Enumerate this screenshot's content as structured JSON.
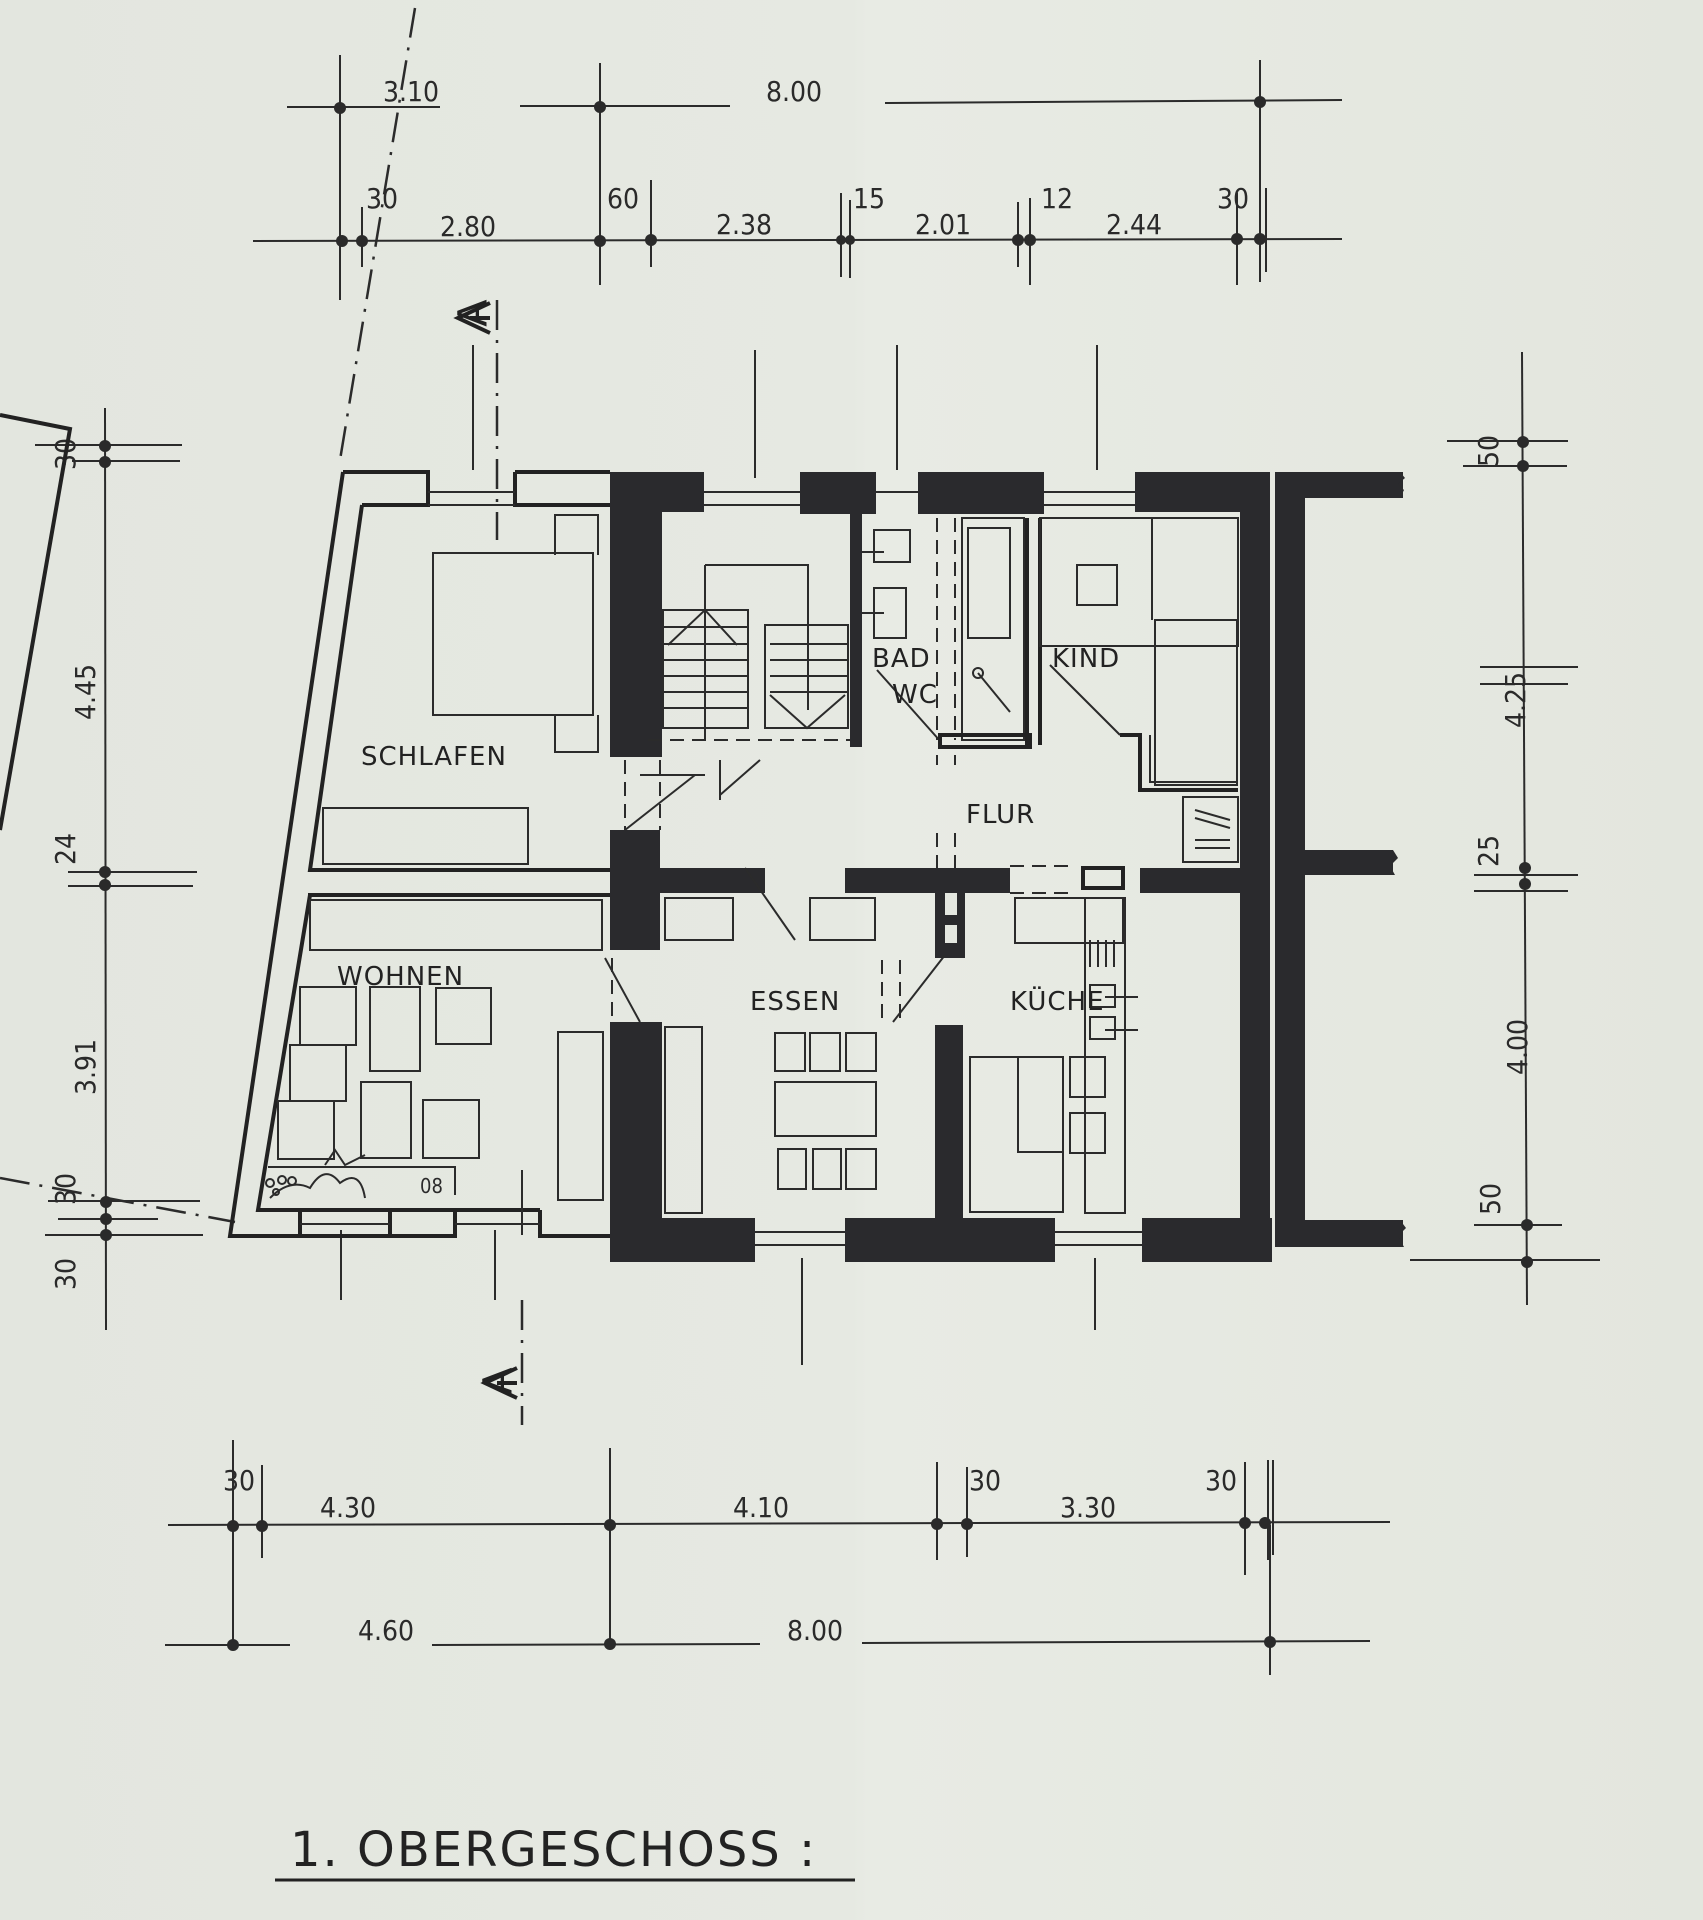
{
  "drawing": {
    "title": "1. OBERGESCHOSS :",
    "type": "architectural floor plan",
    "section_marker": "A"
  },
  "rooms": [
    {
      "id": "schlafen",
      "label": "SCHLAFEN"
    },
    {
      "id": "wohnen",
      "label": "WOHNEN"
    },
    {
      "id": "bad",
      "label": "BAD"
    },
    {
      "id": "wc",
      "label": "WC"
    },
    {
      "id": "kind",
      "label": "KIND"
    },
    {
      "id": "flur",
      "label": "FLUR"
    },
    {
      "id": "essen",
      "label": "ESSEN"
    },
    {
      "id": "kueche",
      "label": "KÜCHE"
    }
  ],
  "dimensions": {
    "top_outer": [
      "3.10",
      "8.00"
    ],
    "top_inner": [
      "30",
      "2.80",
      "60",
      "2.38",
      "15",
      "2.01",
      "12",
      "2.44",
      "30"
    ],
    "left": [
      "30",
      "4.45",
      "24",
      "3.91",
      "30",
      "30"
    ],
    "right": [
      "50",
      "4.25",
      "25",
      "4.00",
      "50"
    ],
    "bottom_inner": [
      "30",
      "4.30",
      "4.10",
      "30",
      "3.30",
      "30"
    ],
    "bottom_outer": [
      "4.60",
      "8.00"
    ]
  },
  "annotations": {
    "planter_note": "08"
  },
  "colors": {
    "paper": "#e4e7e0",
    "ink": "#2a2a2d"
  }
}
